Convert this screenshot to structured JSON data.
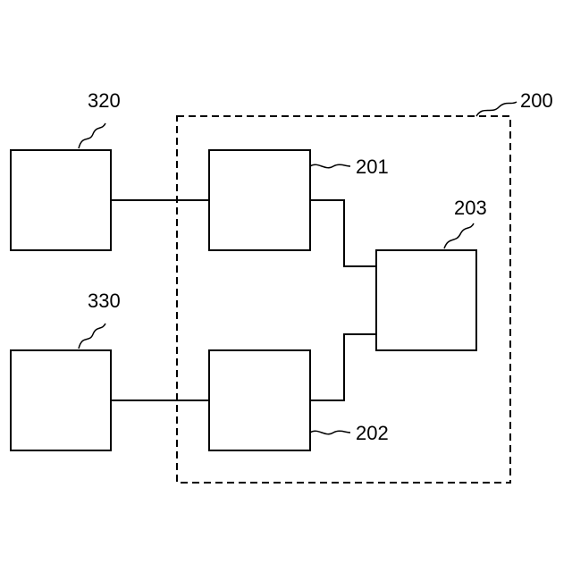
{
  "diagram": {
    "colors": {
      "stroke": "#000000",
      "background": "#ffffff"
    },
    "labels": {
      "box_320": "320",
      "box_330": "330",
      "boundary_200": "200",
      "box_201": "201",
      "box_202": "202",
      "box_203": "203"
    }
  }
}
